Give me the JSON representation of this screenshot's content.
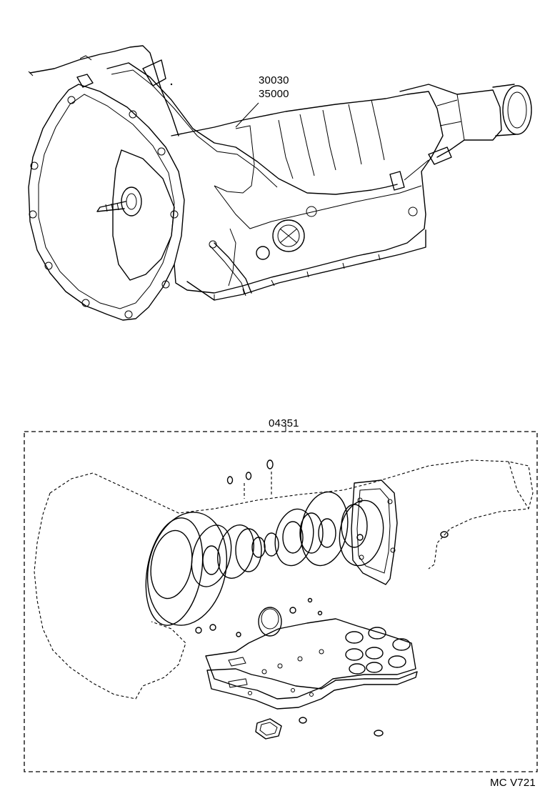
{
  "labels": {
    "part_a": "30030",
    "part_b": "35000",
    "kit": "04351",
    "figure_code": "MC V721"
  }
}
